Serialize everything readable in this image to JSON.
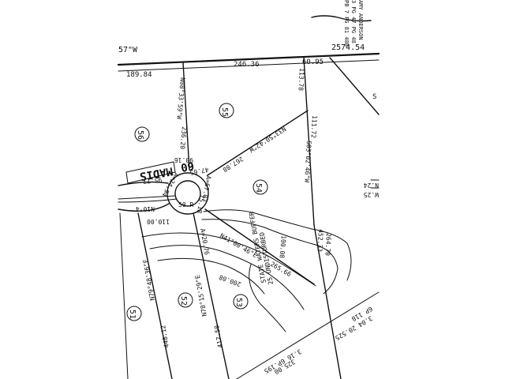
{
  "header": {
    "owner_note": "AMY ANDERSON",
    "book_ref": "3 PG 47 PG 48",
    "plat_ref": "PB 7 PG 81 48B"
  },
  "boundary": {
    "bearing_top": "57\"W",
    "total_top": "2574.54",
    "seg_1": "189.84",
    "seg_2": "246.36",
    "seg_3": "60.95"
  },
  "street": {
    "name_1": "MADIS",
    "name_2": "60"
  },
  "lots": [
    {
      "number": "55"
    },
    {
      "number": "56"
    },
    {
      "number": "54"
    },
    {
      "number": "53"
    },
    {
      "number": "52"
    },
    {
      "number": "51"
    }
  ],
  "dimensions": {
    "l56_east": "N08°33'59\"W",
    "l56_east_len": "236.20",
    "l55_north_len": "113.78",
    "l55_east": "S03°02'46\"W",
    "l55_east_len": "111.72",
    "l55_diag": "N33°50'42\"W",
    "l55_diag_len": "267.88",
    "arc_1": "90.16",
    "arc_2": "47.65",
    "arc_3": "A=67.07",
    "arc_4": "75.18",
    "arc_5": "A=20.76",
    "radius": "50 R",
    "street_a": "95.77",
    "street_b": "A=24.94",
    "street_c": "N10°4",
    "street_d": "110.00",
    "l53_diag": "N41°00'46\"E",
    "l53_diag_len": "265.66",
    "l53_inner": "100.08",
    "l53_inner_2": "200.08",
    "l54_east_1": "452.33",
    "l54_east_2": "264.70",
    "l52_west": "N79°48'36\"E",
    "l52_west_len": "448.12",
    "l52_east": "N78°15'29\"E",
    "l52_east_len": "417.50",
    "right_a": "N.24",
    "right_b": "W.25",
    "bottom_a": "6P 118",
    "bottom_b": "3.16 6P.195",
    "bottom_c": "3.04 20.525",
    "bottom_d": "325.00",
    "corner_r": "S"
  },
  "buffer_note": {
    "line1": "25 UNDISTURBED",
    "line2": "STATE WATERS BUFFER"
  }
}
